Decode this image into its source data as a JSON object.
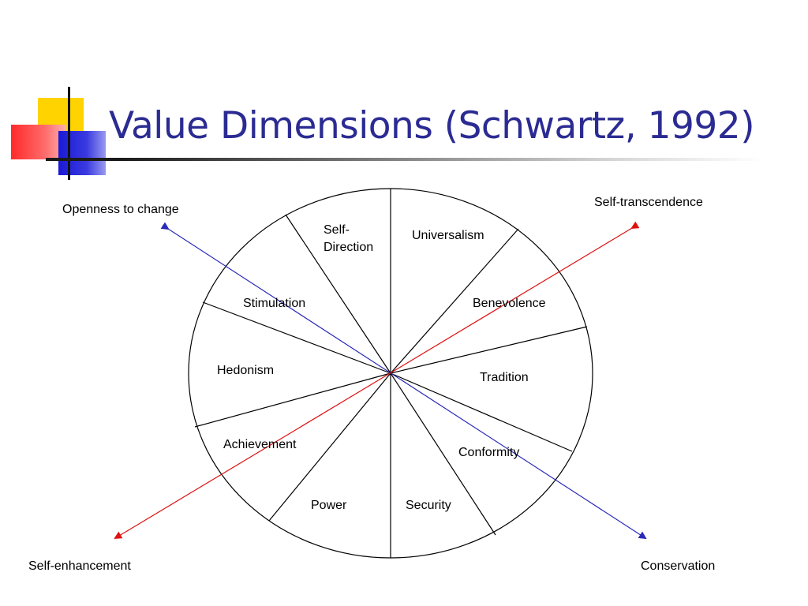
{
  "slide": {
    "title": "Value Dimensions (Schwartz, 1992)",
    "accent_colors": {
      "title": "#2b2b93",
      "yellow": "#ffd300",
      "red": "#ff2a2a",
      "blue": "#1a1ad6"
    }
  },
  "diagram": {
    "segments": [
      "Self-\nDirection",
      "Universalism",
      "Benevolence",
      "Tradition",
      "Conformity",
      "Security",
      "Power",
      "Achievement",
      "Hedonism",
      "Stimulation"
    ],
    "axes": {
      "openness": "Openness to change",
      "self_transcendence": "Self-transcendence",
      "self_enhancement": "Self-enhancement",
      "conservation": "Conservation"
    },
    "axis_colors": {
      "openness_conservation": "#2a2ab8",
      "transcendence_enhancement": "#e01010"
    }
  }
}
